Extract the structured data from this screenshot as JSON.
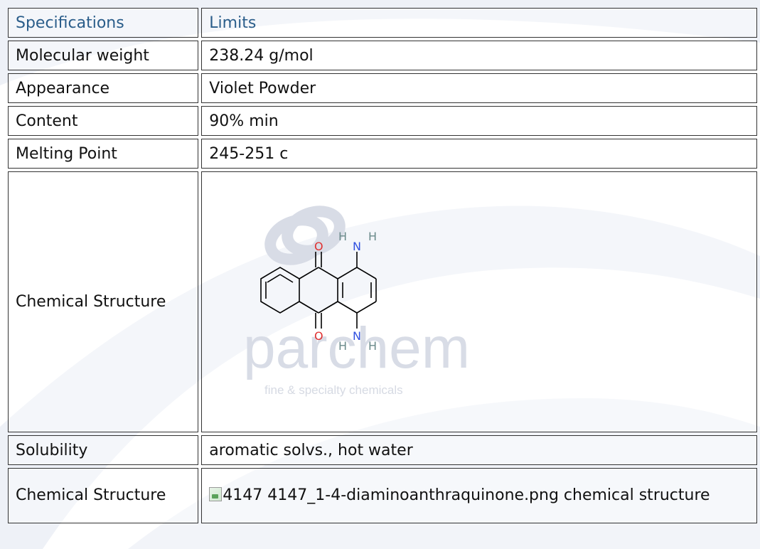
{
  "table": {
    "header": {
      "col1": "Specifications",
      "col2": "Limits"
    },
    "rows": [
      {
        "label": "Molecular weight",
        "value": "238.24 g/mol"
      },
      {
        "label": "Appearance",
        "value": "Violet Powder"
      },
      {
        "label": "Content",
        "value": "90% min"
      },
      {
        "label": "Melting Point",
        "value": "245-251 c"
      }
    ],
    "structure_row": {
      "label": "Chemical Structure"
    },
    "solubility_row": {
      "label": "Solubility",
      "value": "aromatic solvs., hot water"
    },
    "image_row": {
      "label": "Chemical Structure",
      "alt_text": "4147 4147_1-4-diaminoanthraquinone.png chemical structure"
    }
  },
  "molecule": {
    "atom_labels": {
      "H": "H",
      "N": "N",
      "O": "O"
    },
    "colors": {
      "bond": "#000000",
      "oxygen": "#e03030",
      "nitrogen": "#3050e0",
      "hydrogen": "#6a8a8a"
    }
  },
  "watermark": {
    "brand": "parchem",
    "tagline": "fine & specialty chemicals"
  },
  "colors": {
    "header_text": "#2a5d8a",
    "border": "#333333",
    "background_swirl": "#eef1f7"
  }
}
